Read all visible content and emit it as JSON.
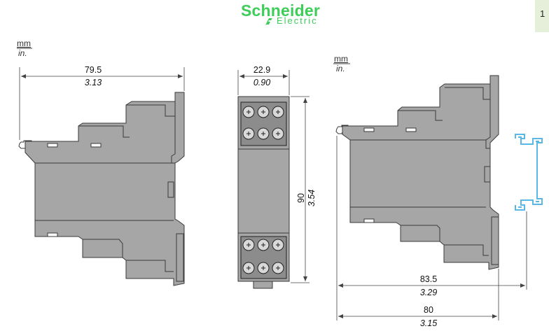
{
  "brand": {
    "name": "Schneider",
    "sub": "Electric",
    "color": "#3dcd58"
  },
  "page_number": "1",
  "units": {
    "left": {
      "mm": "mm",
      "in": "in."
    },
    "right": {
      "mm": "mm",
      "in": "in."
    }
  },
  "dimensions": {
    "side_width": {
      "mm": "79.5",
      "in": "3.13"
    },
    "front_width": {
      "mm": "22.9",
      "in": "0.90"
    },
    "front_height": {
      "mm": "90",
      "in": "3.54"
    },
    "rail_depth": {
      "mm": "83.5",
      "in": "3.29"
    },
    "total_depth": {
      "mm": "80",
      "in": "3.15"
    }
  },
  "colors": {
    "body": "#a6a6a6",
    "outline": "#3a3a3a",
    "din_rail": "#5bb8e6",
    "dim_line": "#444444"
  }
}
